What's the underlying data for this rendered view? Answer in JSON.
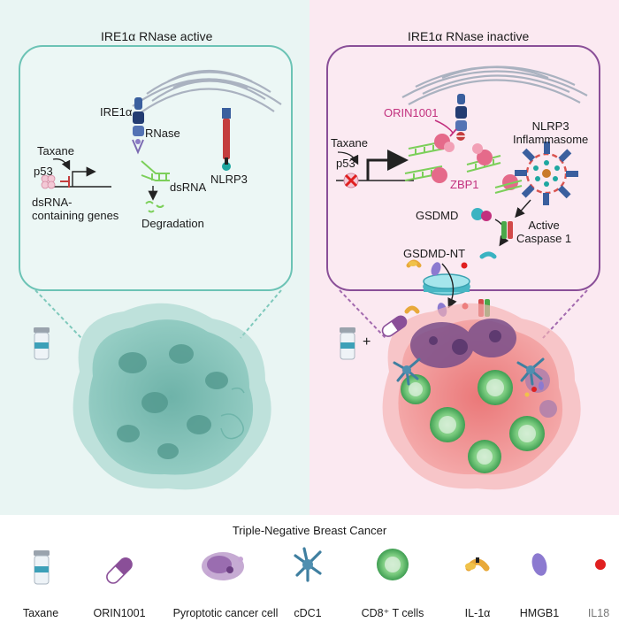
{
  "left_panel": {
    "title": "IRE1α RNase active",
    "labels": {
      "ire1a": "IRE1α",
      "rnase": "RNase",
      "nlrp3": "NLRP3",
      "taxane": "Taxane",
      "p53": "p53",
      "dsrna_genes": "dsRNA-\ncontaining genes",
      "dsrna": "dsRNA",
      "degradation": "Degradation"
    }
  },
  "right_panel": {
    "title": "IRE1α RNase inactive",
    "labels": {
      "orin1001": "ORIN1001",
      "taxane": "Taxane",
      "p53": "p53",
      "nlrp3_inflammasome": "NLRP3\nInflammasome",
      "zbp1": "ZBP1",
      "gsdmd": "GSDMD",
      "active_caspase": "Active\nCaspase 1",
      "gsdmd_nt": "GSDMD-NT"
    },
    "plus": "+"
  },
  "legend": {
    "title": "Triple-Negative Breast Cancer",
    "items": [
      {
        "label": "Taxane",
        "icon": "vial-icon"
      },
      {
        "label": "ORIN1001",
        "icon": "pill-icon"
      },
      {
        "label": "Pyroptotic cancer cell",
        "icon": "pyroptotic-cell-icon"
      },
      {
        "label": "cDC1",
        "icon": "dendritic-cell-icon"
      },
      {
        "label": "CD8⁺ T cells",
        "icon": "t-cell-icon"
      },
      {
        "label": "IL-1α",
        "icon": "il1a-icon"
      },
      {
        "label": "HMGB1",
        "icon": "hmgb1-icon"
      },
      {
        "label": "IL18",
        "icon": "il18-icon"
      }
    ]
  },
  "colors": {
    "left_bg": "#e9f5f3",
    "right_bg": "#fbe9f1",
    "teal": "#5fbfb0",
    "purple": "#8a4f98",
    "magenta": "#c2307e",
    "red": "#e02020"
  }
}
